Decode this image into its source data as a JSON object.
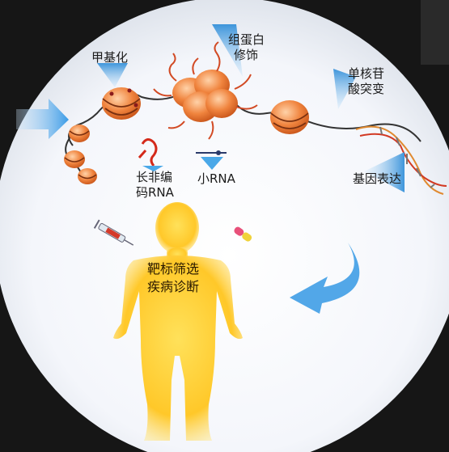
{
  "labels": {
    "methylation": "甲基化",
    "protein_mod_1": "组蛋白",
    "protein_mod_2": "修饰",
    "snp_1": "单核苷",
    "snp_2": "酸突变",
    "lncrna_1": "长非编",
    "lncrna_2": "码RNA",
    "small_rna": "小RNA",
    "gene_expression": "基因表达",
    "target_1": "靶标筛选",
    "target_2": "疾病诊断"
  },
  "colors": {
    "nucleosome": "#e8743a",
    "arrow": "#4aa8e8",
    "body": "#ffd23a",
    "background_edge": "#e84a1a"
  }
}
